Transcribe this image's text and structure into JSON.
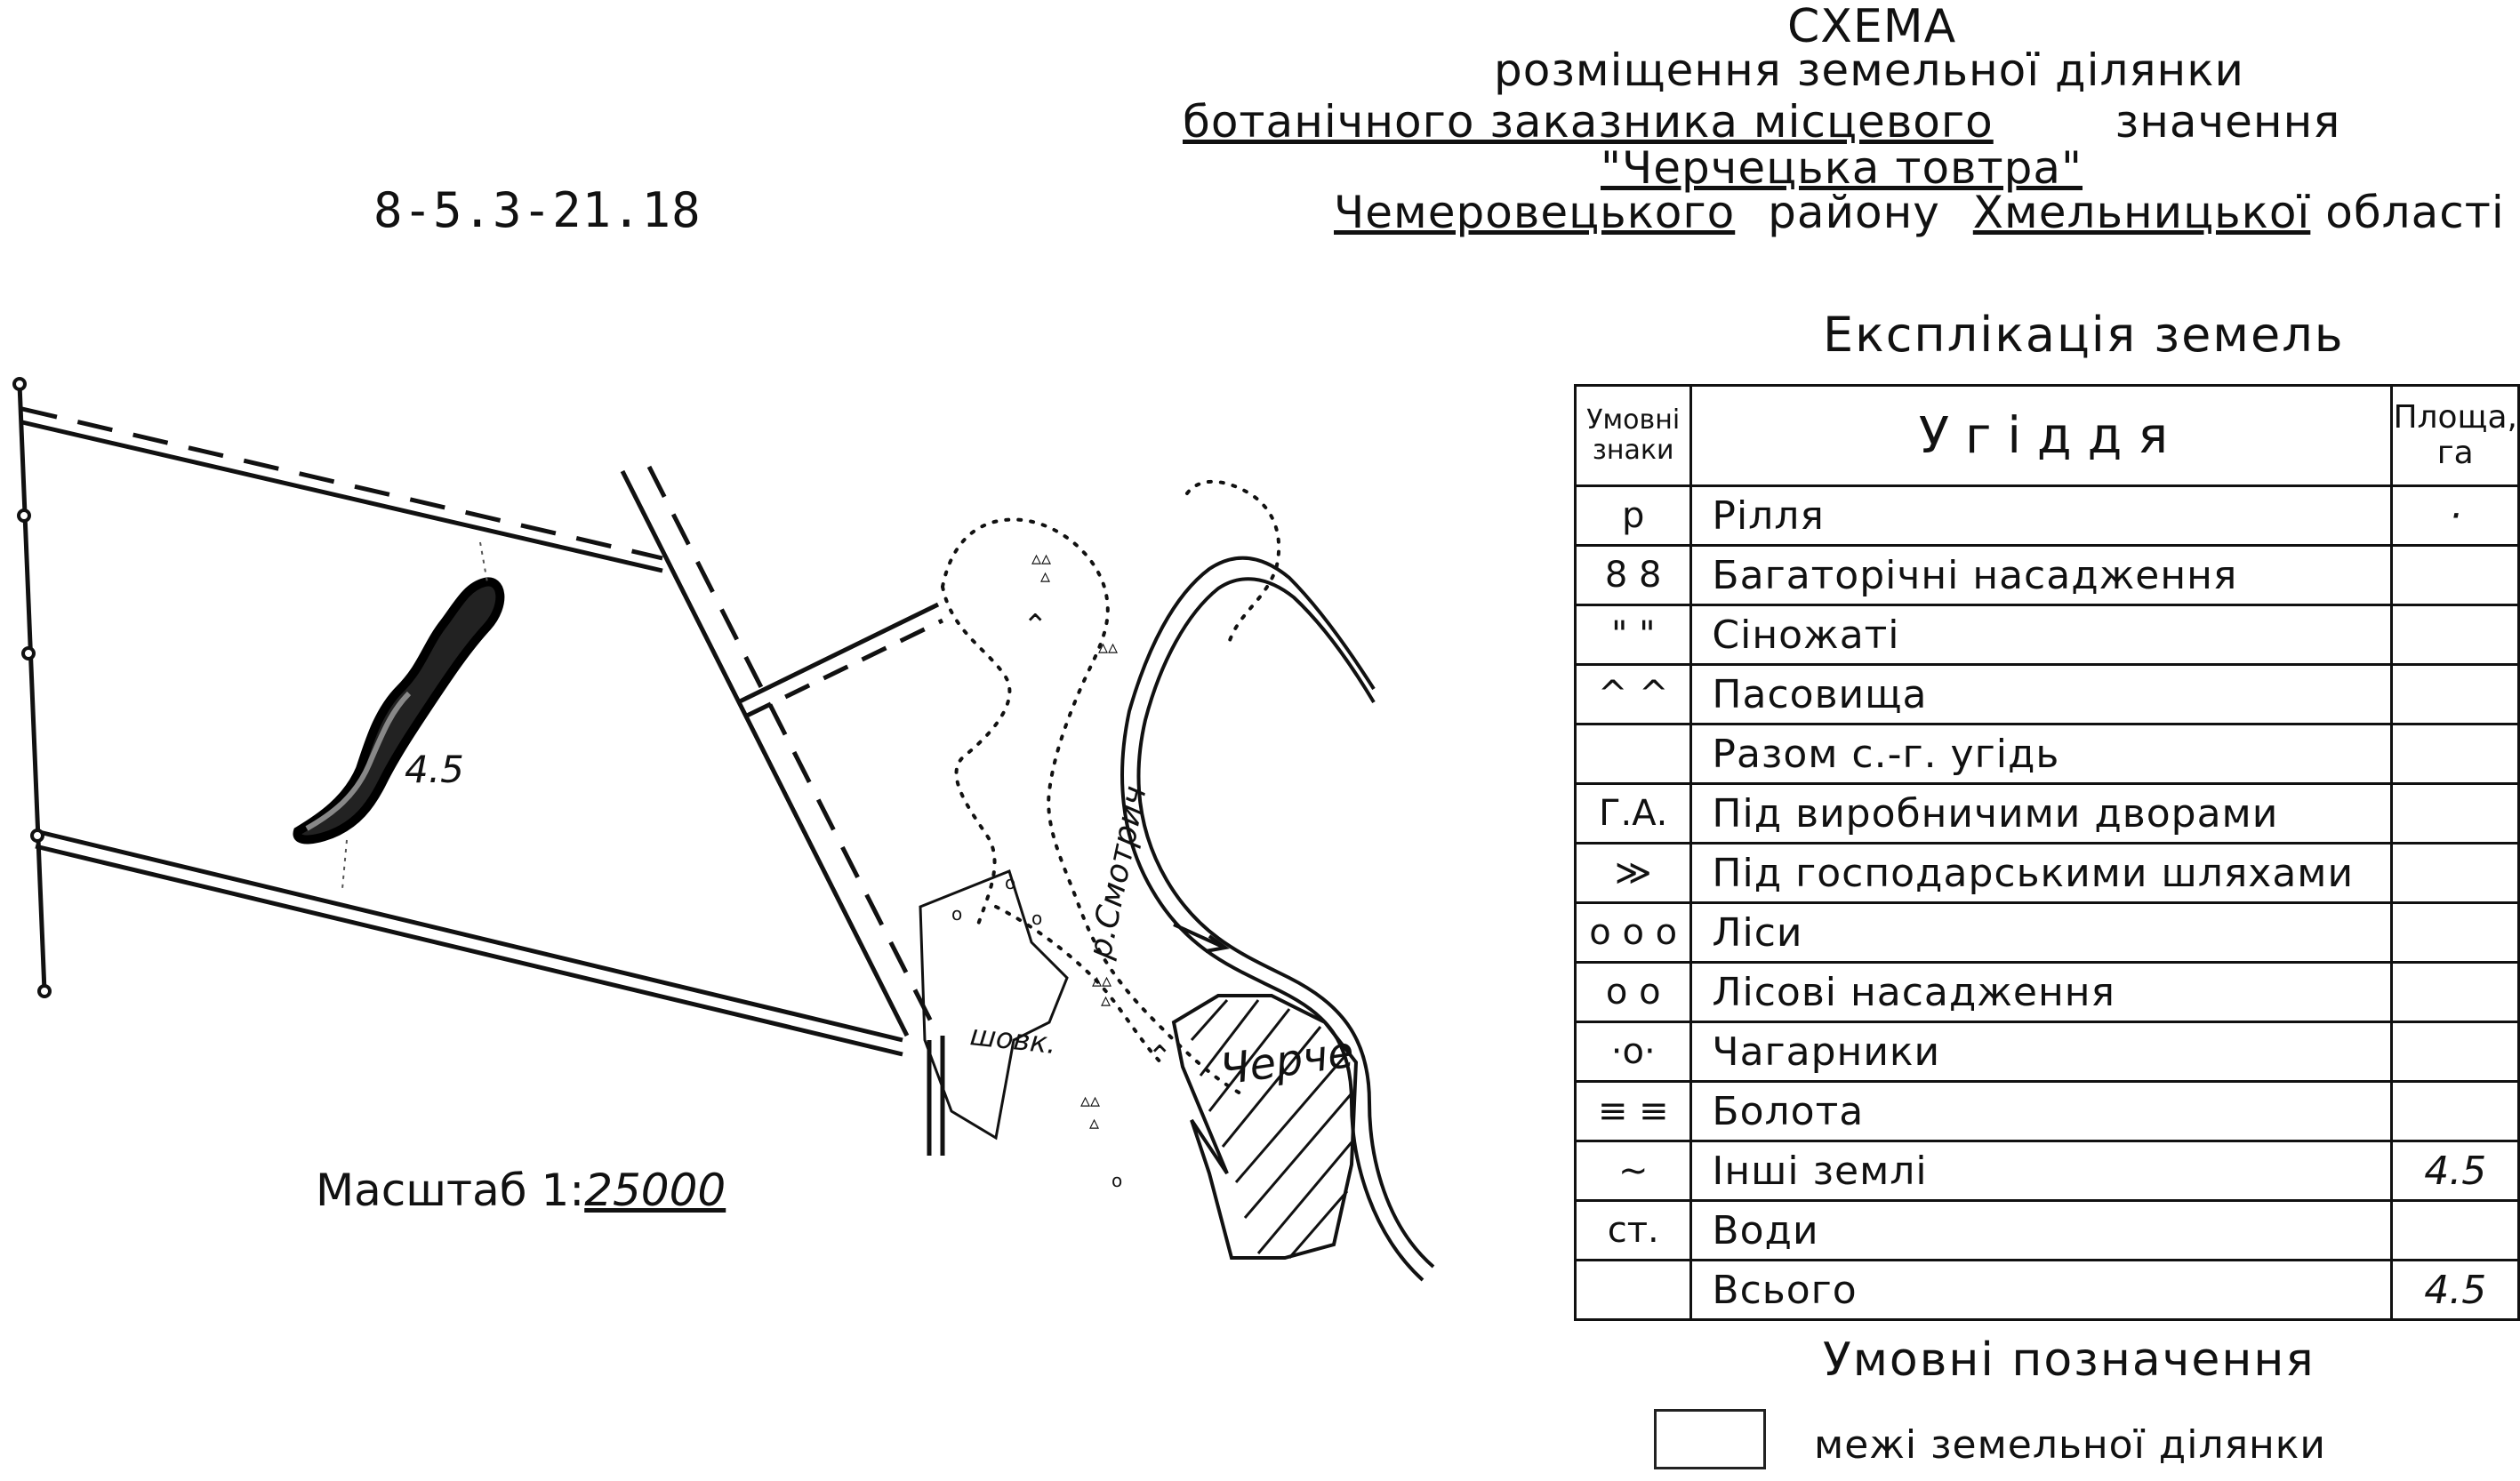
{
  "header": {
    "line1": "СХЕМА",
    "line2": "розміщення земельної ділянки",
    "line3a": "ботанічного заказника місцевого",
    "line3b": "значення",
    "line4": "\"Черчецька товтра\"",
    "line5a": "Чемеровецького",
    "line5b": "району",
    "line5c": "Хмельницької",
    "line5d": "області"
  },
  "doc_code": "8-5.3-21.18",
  "scale": {
    "prefix": "Масштаб 1:",
    "value": "25000"
  },
  "map_labels": {
    "parcel_area": "4.5",
    "river": "р.Смотрич",
    "village": "Черче",
    "place": "шовк."
  },
  "explication": {
    "title": "Експлікація земель",
    "headers": {
      "signs": "Умовні знаки",
      "land": "Угіддя",
      "area": "Площа, га"
    },
    "rows": [
      {
        "sign": "р",
        "name": "Рілля",
        "area": "·"
      },
      {
        "sign": "8 8",
        "name": "Багаторічні насадження",
        "area": ""
      },
      {
        "sign": "\" \"",
        "name": "Сіножаті",
        "area": ""
      },
      {
        "sign": "^ ^",
        "name": "Пасовища",
        "area": ""
      },
      {
        "sign": "",
        "name": "Разом с.-г. угідь",
        "area": ""
      },
      {
        "sign": "Г.А.",
        "name": "Під виробничими дворами",
        "area": ""
      },
      {
        "sign": "≫",
        "name": "Під господарськими шляхами",
        "area": ""
      },
      {
        "sign": "о о о",
        "name": "Ліси",
        "area": ""
      },
      {
        "sign": "о о",
        "name": "Лісові насадження",
        "area": ""
      },
      {
        "sign": "·о·",
        "name": "Чагарники",
        "area": ""
      },
      {
        "sign": "≡ ≡",
        "name": "Болота",
        "area": ""
      },
      {
        "sign": "~",
        "name": "Інші землі",
        "area": "4.5"
      },
      {
        "sign": "ст.",
        "name": "Води",
        "area": ""
      },
      {
        "sign": "",
        "name": "Всього",
        "area": "4.5"
      }
    ]
  },
  "legend": {
    "title": "Умовні позначення",
    "item": "межі земельної ділянки"
  }
}
